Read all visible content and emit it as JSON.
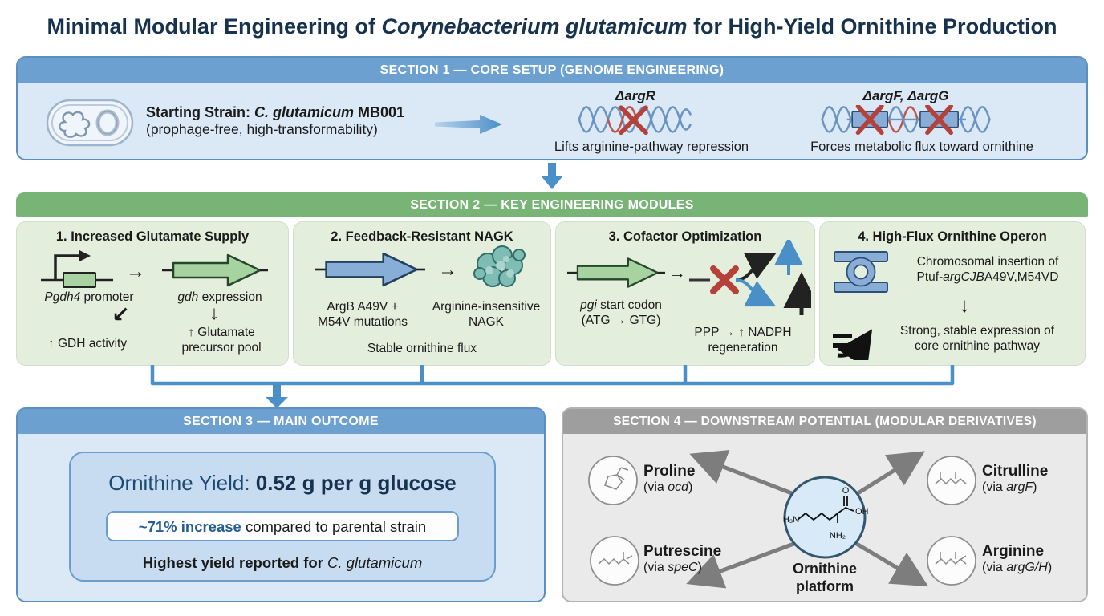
{
  "palette": {
    "blue_banner": "#6ca0d0",
    "green_banner": "#79b477",
    "gray_banner": "#9e9e9e",
    "accent_blue": "#4a8fc7",
    "title_navy": "#17324f",
    "red_x": "#b5413b",
    "light_blue_body": "#dbe8f5",
    "light_green_card": "#e4eedd"
  },
  "icons": {
    "right_arrow": "→",
    "down_arrow": "↓",
    "down_left_arrow": "↙"
  },
  "title": {
    "pre": "Minimal Modular Engineering of ",
    "species": "Corynebacterium glutamicum",
    "post": " for High-Yield Ornithine Production"
  },
  "section1": {
    "banner": "SECTION 1 — CORE SETUP (GENOME ENGINEERING)",
    "strain": {
      "label_pre": "Starting Strain: ",
      "label_italic": "C. glutamicum",
      "label_post": " MB001",
      "subtitle": "(prophage-free, high-transformability)"
    },
    "knockout_argR": {
      "gene": "ΔargR",
      "caption": "Lifts arginine-pathway repression"
    },
    "knockout_argFG": {
      "gene": "ΔargF, ΔargG",
      "caption": "Forces metabolic flux toward ornithine"
    }
  },
  "section2": {
    "banner": "SECTION 2 — KEY ENGINEERING MODULES",
    "module1": {
      "title": "1. Increased Glutamate Supply",
      "promoter_italic": "Pgdh4",
      "promoter_rest": " promoter",
      "gene_italic": "gdh",
      "gene_rest": " expression",
      "outcome1": "↑ GDH activity",
      "outcome2_line1": "↑ Glutamate",
      "outcome2_line2": "precursor pool"
    },
    "module2": {
      "title": "2. Feedback-Resistant NAGK",
      "label1_line1": "ArgB A49V +",
      "label1_line2": "M54V mutations",
      "label2_line1": "Arginine-insensitive",
      "label2_line2": "NAGK",
      "outcome": "Stable ornithine flux"
    },
    "module3": {
      "title": "3. Cofactor Optimization",
      "label1_italic": "pgi",
      "label1_rest": " start codon",
      "label1_line2": "(ATG → GTG)",
      "outcome_line1": "PPP → ↑ NADPH",
      "outcome_line2": "regeneration"
    },
    "module4": {
      "title": "4. High-Flux Ornithine Operon",
      "insert_line1": "Chromosomal insertion of",
      "insert_pre": "Ptuf-",
      "insert_italic": "argCJB",
      "insert_post": "A49V,M54VD",
      "outcome_line1": "Strong, stable expression of",
      "outcome_line2": "core ornithine pathway"
    }
  },
  "section3": {
    "banner": "SECTION 3 — MAIN OUTCOME",
    "yield_label": "Ornithine Yield: ",
    "yield_value": "0.52 g per g glucose",
    "increase_bold": "~71% increase",
    "increase_rest": " compared to parental strain",
    "note_bold": "Highest yield reported for ",
    "note_italic": "C. glutamicum"
  },
  "section4": {
    "banner": "SECTION 4 — DOWNSTREAM POTENTIAL (MODULAR DERIVATIVES)",
    "center": {
      "line1": "Ornithine",
      "line2": "platform"
    },
    "molecule_labels": {
      "h3n": "H₃N",
      "nh2": "NH₂",
      "o": "O",
      "oh": "OH"
    },
    "compounds": {
      "proline": {
        "name": "Proline",
        "via_pre": "(via ",
        "gene": "ocd",
        "via_post": ")"
      },
      "citrulline": {
        "name": "Citrulline",
        "via_pre": "(via ",
        "gene": "argF",
        "via_post": ")"
      },
      "putrescine": {
        "name": "Putrescine",
        "via_pre": "(via ",
        "gene": "speC",
        "via_post": ")"
      },
      "arginine": {
        "name": "Arginine",
        "via_pre": "(via ",
        "gene": "argG/H",
        "via_post": ")"
      }
    }
  }
}
